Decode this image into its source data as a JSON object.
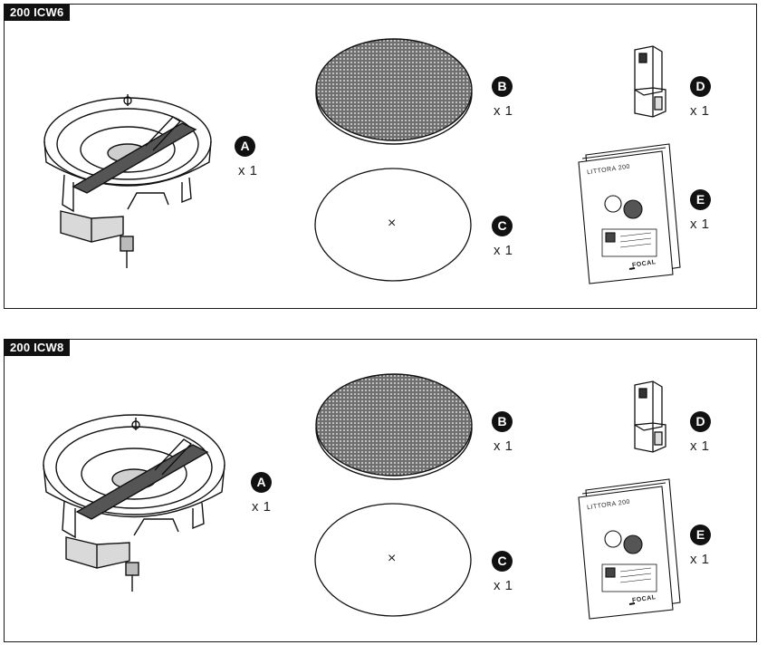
{
  "panels": [
    {
      "title": "200 ICW6",
      "items": [
        {
          "letter": "A",
          "qty": "x 1",
          "name": "in-ceiling speaker"
        },
        {
          "letter": "B",
          "qty": "x 1",
          "name": "grille"
        },
        {
          "letter": "C",
          "qty": "x 1",
          "name": "cut-out template",
          "mark": "×"
        },
        {
          "letter": "D",
          "qty": "x 1",
          "name": "clip"
        },
        {
          "letter": "E",
          "qty": "x 1",
          "name": "manual"
        }
      ],
      "manual": {
        "title": "LITTORA 200",
        "brand": "FOCAL"
      }
    },
    {
      "title": "200 ICW8",
      "items": [
        {
          "letter": "A",
          "qty": "x 1",
          "name": "in-ceiling speaker"
        },
        {
          "letter": "B",
          "qty": "x 1",
          "name": "grille"
        },
        {
          "letter": "C",
          "qty": "x 1",
          "name": "cut-out template",
          "mark": "×"
        },
        {
          "letter": "D",
          "qty": "x 1",
          "name": "clip"
        },
        {
          "letter": "E",
          "qty": "x 1",
          "name": "manual"
        }
      ],
      "manual": {
        "title": "LITTORA 200",
        "brand": "FOCAL"
      }
    }
  ],
  "colors": {
    "ink": "#111111",
    "paper": "#ffffff",
    "grille": "#7a7a7a"
  }
}
